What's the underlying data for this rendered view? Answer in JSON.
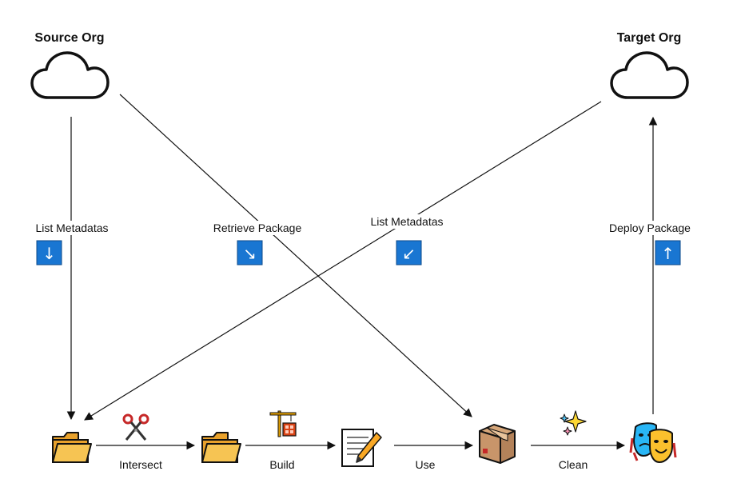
{
  "orgs": {
    "source": "Source Org",
    "target": "Target Org"
  },
  "edges": {
    "list_metadatas_source": "List Metadatas",
    "retrieve_package": "Retrieve Package",
    "list_metadatas_target": "List Metadatas",
    "deploy_package": "Deploy Package"
  },
  "steps": {
    "intersect": "Intersect",
    "build": "Build",
    "use": "Use",
    "clean": "Clean"
  },
  "badges": {
    "down": "↓",
    "down_right": "↘",
    "down_left": "↙",
    "up": "↑"
  },
  "colors": {
    "badge_fill": "#1976d2",
    "line": "#111111",
    "folder": "#f4b73c"
  }
}
